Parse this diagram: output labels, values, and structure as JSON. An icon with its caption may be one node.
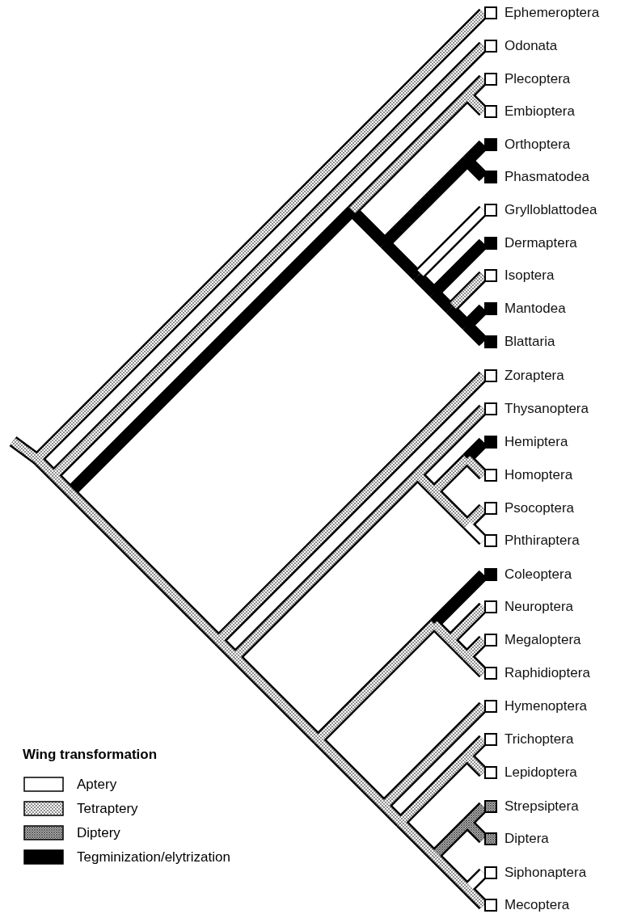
{
  "diagram": {
    "nodes": [
      {
        "text": [
          "Ephemeroptera"
        ]
      },
      {
        "text": [
          "Odonata"
        ]
      },
      {
        "text": [
          "Plecoptera"
        ]
      },
      {
        "text": [
          "Embioptera"
        ]
      },
      {
        "text": [
          "Orthoptera"
        ]
      },
      {
        "text": [
          "Phasmatodea"
        ]
      },
      {
        "text": [
          "Grylloblattodea"
        ]
      },
      {
        "text": [
          "Dermaptera"
        ]
      },
      {
        "text": [
          "Isoptera"
        ]
      },
      {
        "text": [
          "Mantodea"
        ]
      },
      {
        "text": [
          "Blattaria"
        ]
      },
      {
        "text": [
          "Zoraptera"
        ]
      },
      {
        "text": [
          "Thysanoptera"
        ]
      },
      {
        "text": [
          "Hemiptera"
        ]
      },
      {
        "text": [
          "Homoptera"
        ]
      },
      {
        "text": [
          "Psocoptera"
        ]
      },
      {
        "text": [
          "Phthiraptera"
        ]
      },
      {
        "text": [
          "Coleoptera"
        ]
      },
      {
        "text": [
          "Neuroptera"
        ]
      },
      {
        "text": [
          "Megaloptera"
        ]
      },
      {
        "text": [
          "Raphidioptera"
        ]
      },
      {
        "text": [
          "Hymenoptera"
        ]
      },
      {
        "text": [
          "Trichoptera"
        ]
      },
      {
        "text": [
          "Lepidoptera"
        ]
      },
      {
        "text": [
          "Strepsiptera"
        ]
      },
      {
        "text": [
          "Diptera"
        ]
      },
      {
        "text": [
          "Siphonaptera"
        ]
      },
      {
        "text": [
          "Mecoptera"
        ]
      }
    ],
    "labels": [
      "Wing transformation"
    ],
    "legend": [
      {
        "text": "Aptery",
        "color": "#ffffff"
      },
      {
        "text": "Tetraptery"
      },
      {
        "text": "Diptery"
      },
      {
        "text": "Tegminization/elytrization",
        "color": "#000000"
      }
    ]
  }
}
